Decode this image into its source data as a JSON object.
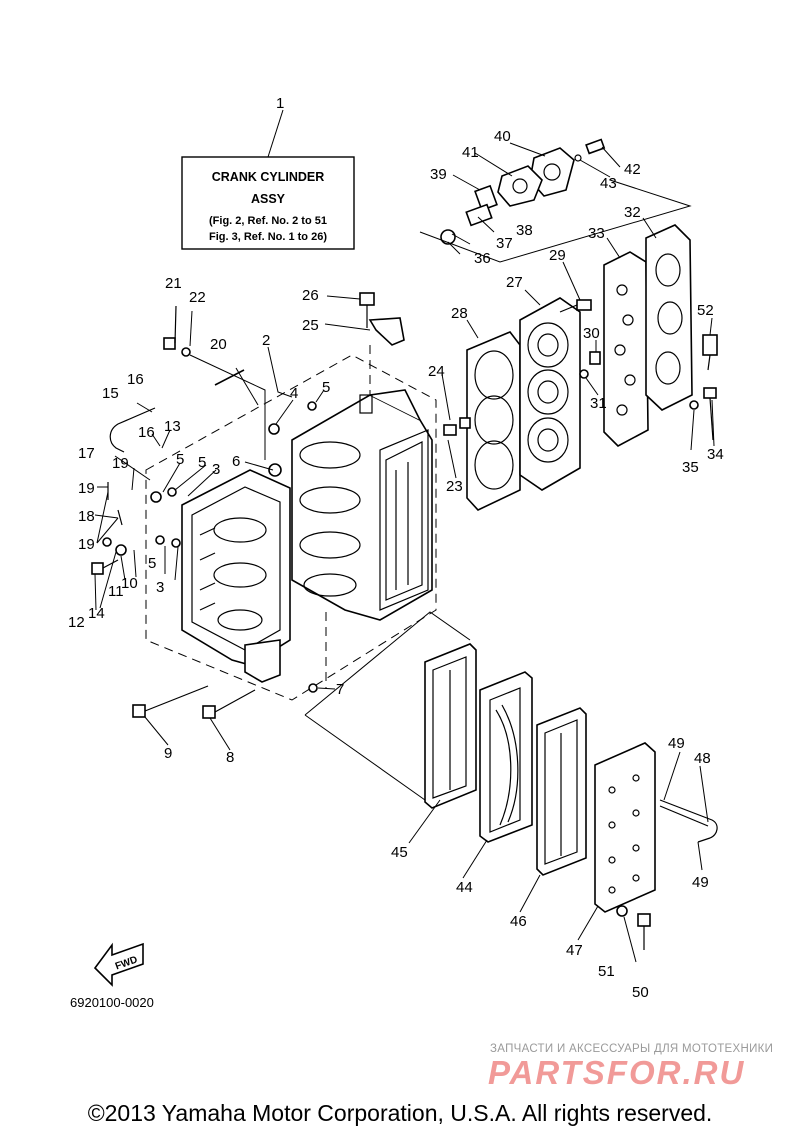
{
  "reference_box": {
    "line1": "CRANK CYLINDER",
    "line2": "ASSY",
    "line3": "(Fig. 2, Ref. No. 2 to 51",
    "line4": "Fig. 3, Ref. No. 1 to 26)"
  },
  "callouts": [
    "1",
    "2",
    "3",
    "3",
    "4",
    "5",
    "5",
    "5",
    "5",
    "6",
    "7",
    "8",
    "9",
    "10",
    "11",
    "12",
    "13",
    "14",
    "15",
    "16",
    "16",
    "17",
    "18",
    "19",
    "19",
    "19",
    "20",
    "21",
    "22",
    "23",
    "24",
    "25",
    "26",
    "27",
    "28",
    "29",
    "30",
    "31",
    "32",
    "33",
    "34",
    "35",
    "36",
    "37",
    "38",
    "39",
    "40",
    "41",
    "42",
    "43",
    "44",
    "45",
    "46",
    "47",
    "48",
    "49",
    "49",
    "50",
    "51",
    "52"
  ],
  "fwd_label": "FWD",
  "diagram_code": "6920100-0020",
  "watermark": {
    "subtitle": "ЗАПЧАСТИ И АКСЕССУАРЫ ДЛЯ МОТОТЕХНИКИ",
    "logo": "PARTSFOR.RU"
  },
  "copyright": "©2013 Yamaha Motor Corporation, U.S.A. All rights reserved."
}
